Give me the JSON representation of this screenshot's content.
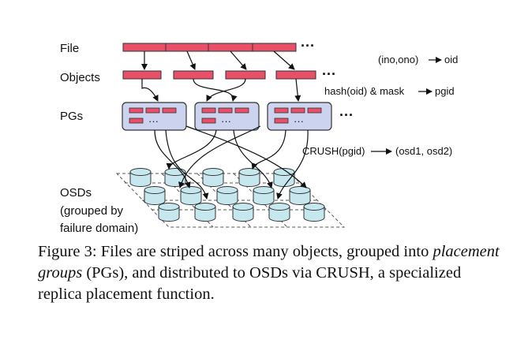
{
  "labels": {
    "file": "File",
    "objects": "Objects",
    "pgs": "PGs",
    "osds_line1": "OSDs",
    "osds_line2": "(grouped by",
    "osds_line3": "failure domain)"
  },
  "annotations": {
    "oid_left": "(ino,ono)",
    "oid_right": "oid",
    "pgid_left": "hash(oid) & mask",
    "pgid_right": "pgid",
    "crush_left": "CRUSH(pgid)",
    "crush_right": "(osd1, osd2)"
  },
  "ellipsis": "···",
  "pg_ellipsis": "···",
  "caption": {
    "part1": "Figure 3: Files are striped across many objects, grouped into ",
    "emph": "placement groups",
    "part2": " (PGs), and distributed to OSDs via CRUSH, a specialized replica placement function."
  },
  "colors": {
    "stripe": "#e8506a",
    "stripe_stroke": "#333333",
    "pg_fill": "#ccd3ee",
    "disk_fill": "#c6e7ee",
    "line": "#111111"
  }
}
